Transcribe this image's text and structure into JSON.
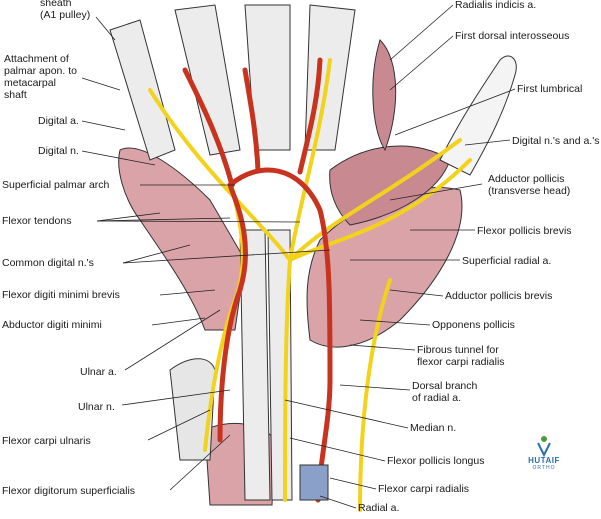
{
  "labels": {
    "sheath": "sheath\n(A1 pulley)",
    "attachment": "Attachment of\npalmar apon. to\nmetacarpal\nshaft",
    "digital_a": "Digital a.",
    "digital_n": "Digital n.",
    "superficial_palmar_arch": "Superficial palmar arch",
    "flexor_tendons": "Flexor tendons",
    "common_digital_ns": "Common digital n.'s",
    "flexor_digiti_minimi_brevis": "Flexor digiti minimi brevis",
    "abductor_digiti_minimi": "Abductor digiti minimi",
    "ulnar_a": "Ulnar a.",
    "ulnar_n": "Ulnar n.",
    "flexor_carpi_ulnaris": "Flexor carpi ulnaris",
    "flexor_digitorum_superficialis": "Flexor digitorum superficialis",
    "radialis_indicis": "Radialis indicis a.",
    "first_dorsal_interosseous": "First dorsal interosseous",
    "first_lumbrical": "First lumbrical",
    "digital_ns_as": "Digital n.'s and a.'s",
    "adductor_pollicis": "Adductor pollicis\n(transverse head)",
    "flexor_pollicis_brevis": "Flexor pollicis brevis",
    "superficial_radial_a": "Superficial radial a.",
    "abductor_pollicis_brevis": "Adductor pollicis brevis",
    "opponens_pollicis": "Opponens pollicis",
    "fibrous_tunnel": "Fibrous tunnel for\nflexor carpi radialis",
    "dorsal_branch": "Dorsal branch\nof radial a.",
    "median_n": "Median n.",
    "flexor_pollicis_longus": "Flexor pollicis longus",
    "flexor_carpi_radialis": "Flexor carpi radialis",
    "radial_a": "Radial a."
  },
  "logo": {
    "brand": "HUTAIF",
    "sub": "ORTHO"
  },
  "colors": {
    "muscle": "#d9a3a8",
    "muscle_dark": "#b86f78",
    "artery": "#c8331f",
    "nerve": "#f2d21b",
    "tendon": "#e9e9e9",
    "outline": "#333333"
  }
}
